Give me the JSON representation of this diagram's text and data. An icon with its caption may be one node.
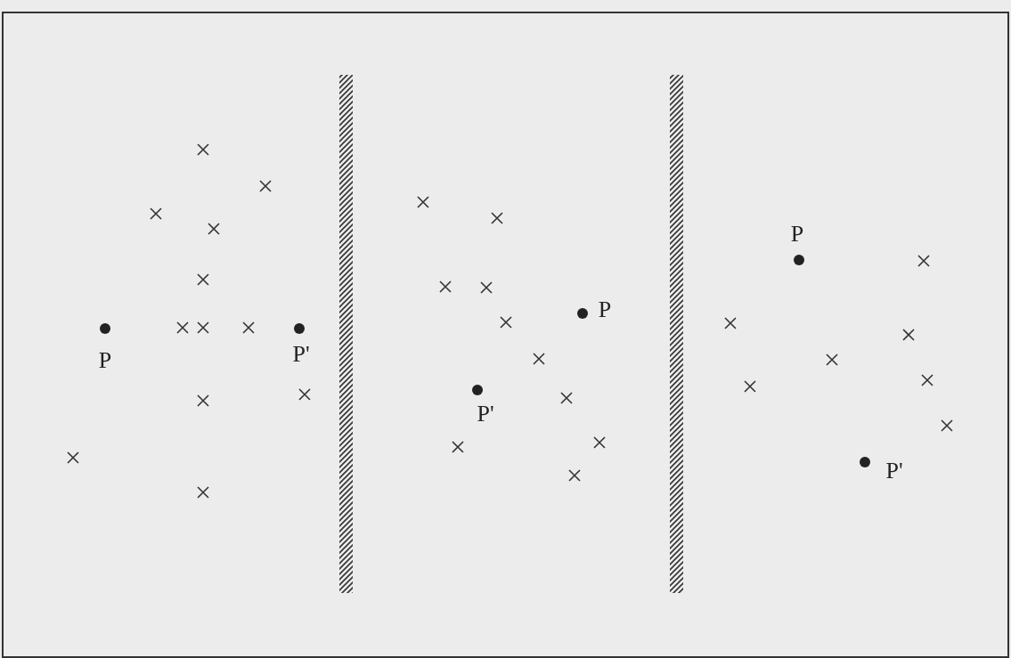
{
  "diagram": {
    "nodes": [
      {
        "text": [],
        "shape": "bar"
      },
      {
        "text": [],
        "shape": "bar"
      }
    ],
    "labels": [
      "P",
      "P'",
      "P",
      "P'",
      "P",
      "P'"
    ]
  }
}
